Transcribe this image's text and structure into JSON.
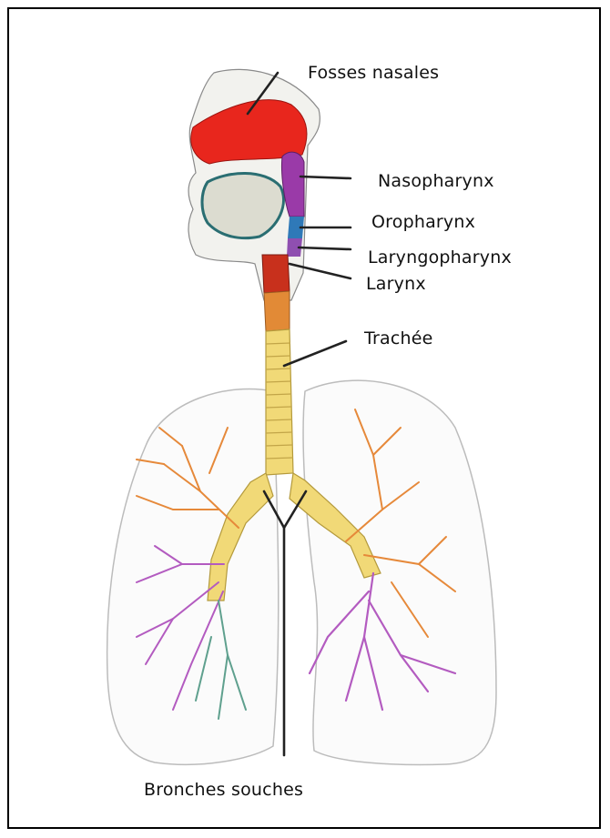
{
  "labels": {
    "fosses_nasales": "Fosses nasales",
    "nasopharynx": "Nasopharynx",
    "oropharynx": "Oropharynx",
    "laryngopharynx": "Laryngopharynx",
    "larynx": "Larynx",
    "trachee": "Trachée",
    "bronches_souches": "Bronches souches"
  },
  "colors": {
    "nasal_cavity": "#e8261d",
    "nasopharynx": "#9a3aa8",
    "oropharynx": "#2f79b8",
    "larynx": "#c8301c",
    "trachea": "#f1d977",
    "bronchi_orange": "#e6893a",
    "bronchi_purple": "#b35bc0",
    "bronchi_teal": "#5fa08e",
    "lung_outline": "#bdbdbd"
  }
}
